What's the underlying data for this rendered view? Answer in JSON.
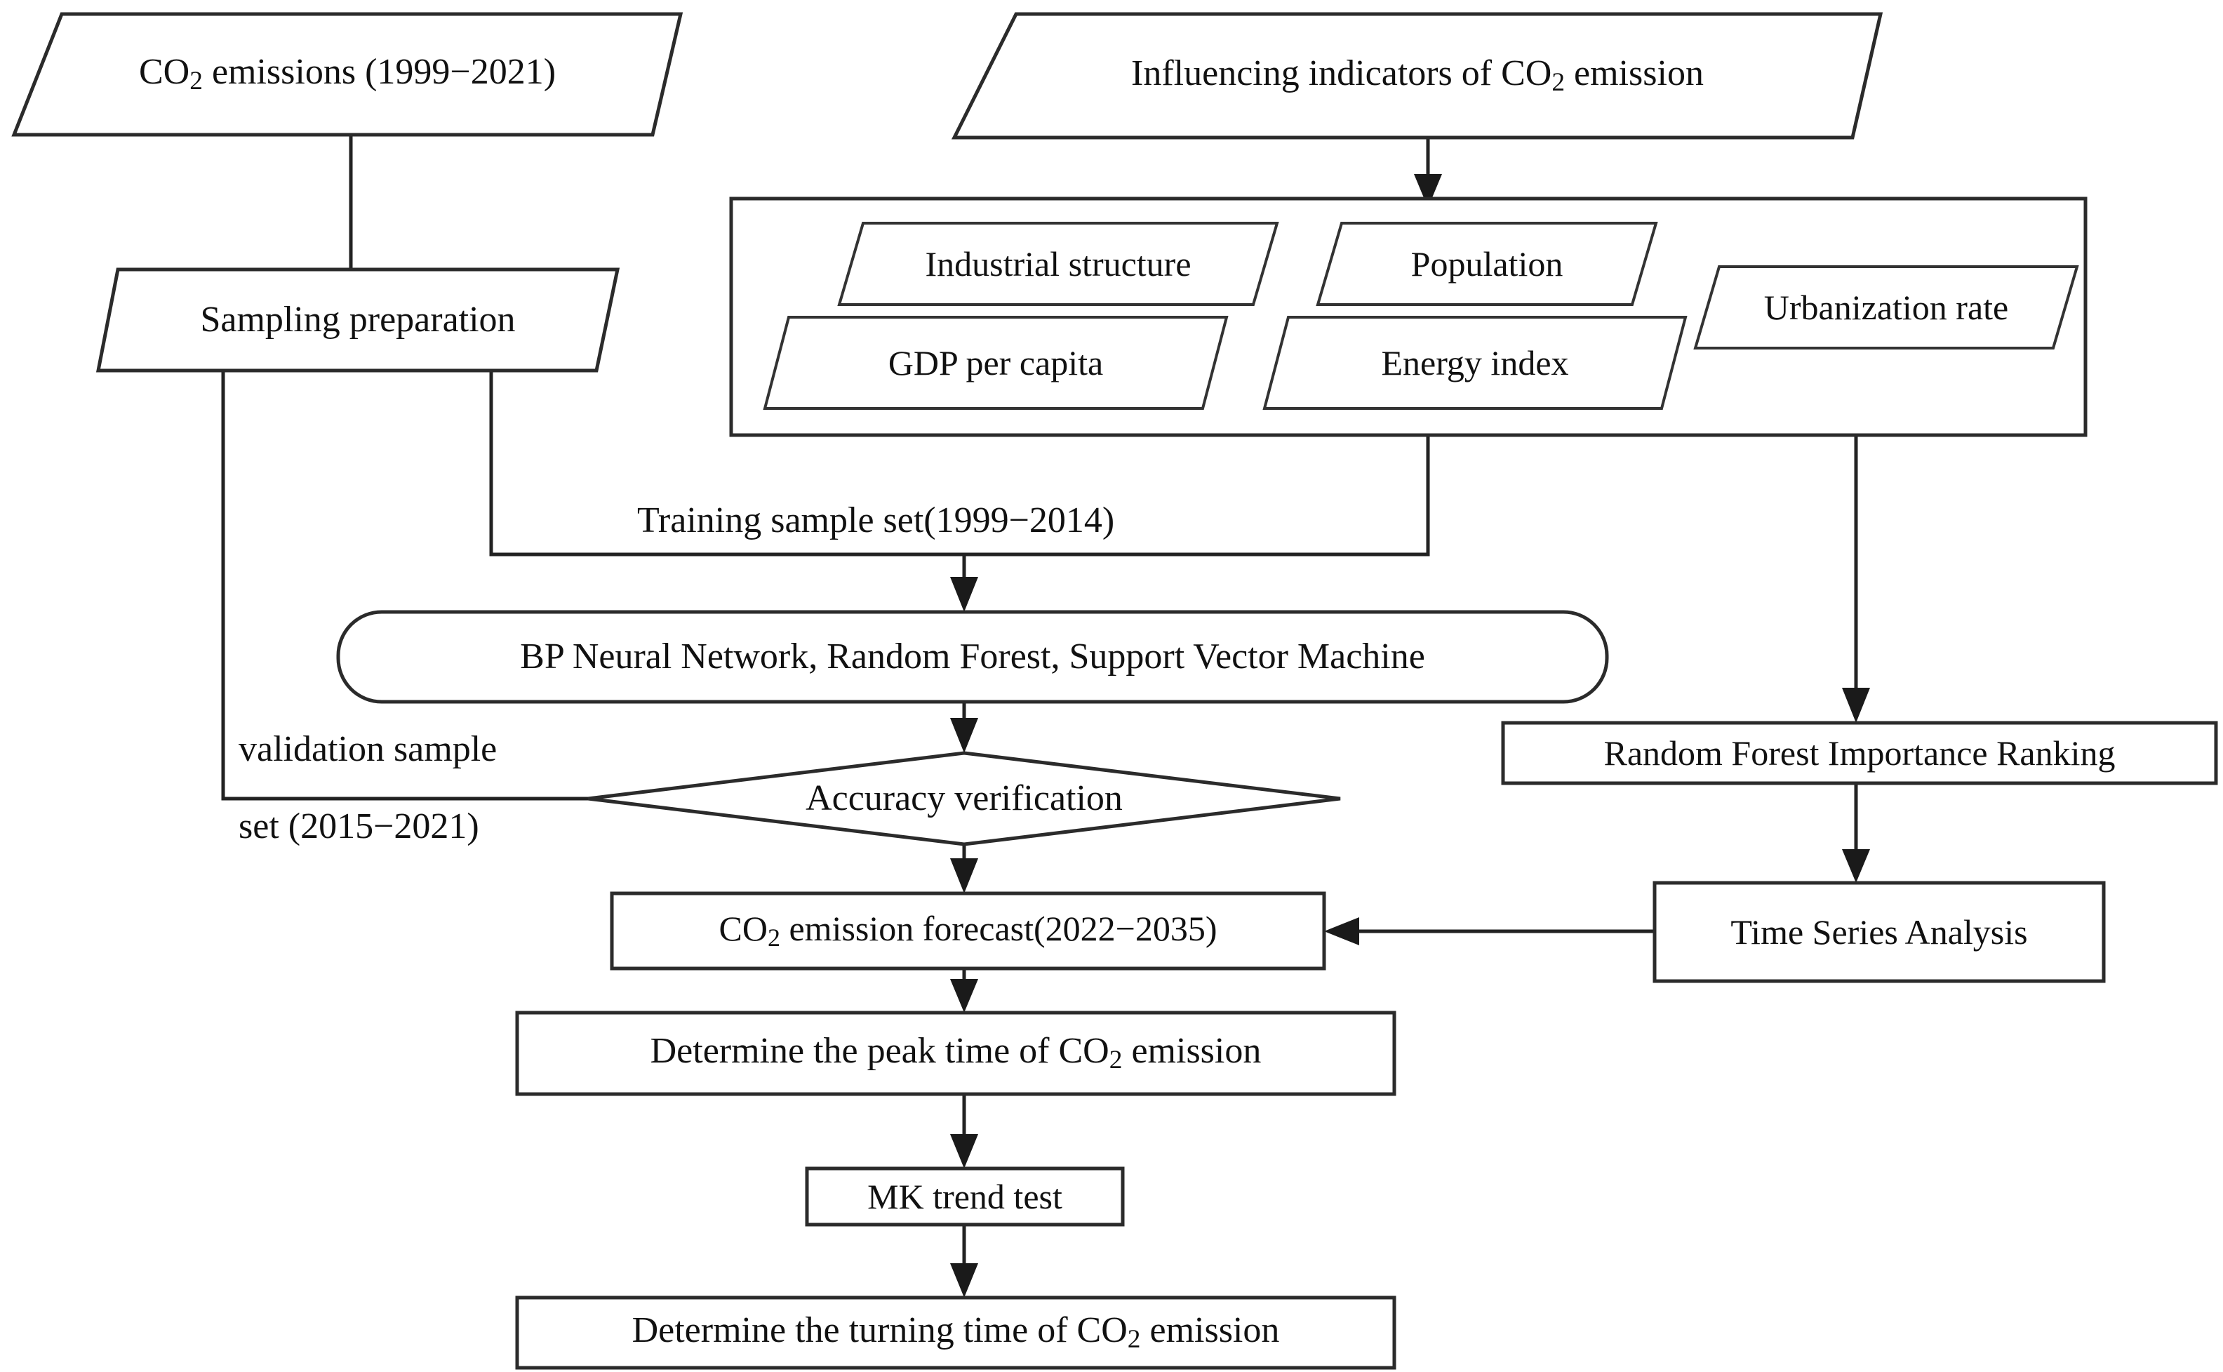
{
  "diagram": {
    "title": "CO2 emission forecasting methodology flowchart",
    "colors": {
      "stroke": "#2b2b2b",
      "background": "#ffffff",
      "text": "#111111"
    },
    "nodes": {
      "co2_emissions": {
        "label_pre": "CO",
        "label_sub": "2",
        "label_post": " emissions (1999−2021)",
        "shape": "parallelogram"
      },
      "influencing_indicators": {
        "label_pre": "Influencing indicators of CO",
        "label_sub": "2",
        "label_post": " emission",
        "shape": "parallelogram"
      },
      "sampling_preparation": {
        "label": "Sampling preparation",
        "shape": "parallelogram"
      },
      "indicator_group": {
        "label": "",
        "shape": "rectangle"
      },
      "industrial_structure": {
        "label": "Industrial structure",
        "shape": "parallelogram"
      },
      "population": {
        "label": "Population",
        "shape": "parallelogram"
      },
      "urbanization_rate": {
        "label": "Urbanization rate",
        "shape": "parallelogram"
      },
      "gdp_per_capita": {
        "label": "GDP per capita",
        "shape": "parallelogram"
      },
      "energy_index": {
        "label": "Energy index",
        "shape": "parallelogram"
      },
      "models": {
        "label": "BP Neural Network, Random Forest, Support Vector Machine",
        "shape": "rounded-rectangle"
      },
      "accuracy_verification": {
        "label": "Accuracy verification",
        "shape": "diamond"
      },
      "rf_importance_ranking": {
        "label": "Random Forest Importance Ranking",
        "shape": "rectangle"
      },
      "time_series_analysis": {
        "label": "Time Series Analysis",
        "shape": "rectangle"
      },
      "co2_forecast": {
        "label_pre": "CO",
        "label_sub": "2",
        "label_post": " emission forecast(2022−2035)",
        "shape": "rectangle"
      },
      "peak_time": {
        "label_pre": "Determine the peak time of CO",
        "label_sub": "2",
        "label_post": " emission",
        "shape": "rectangle"
      },
      "mk_trend_test": {
        "label": "MK trend test",
        "shape": "rectangle"
      },
      "turning_time": {
        "label_pre": "Determine the turning time of CO",
        "label_sub": "2",
        "label_post": " emission",
        "shape": "rectangle"
      }
    },
    "edge_labels": {
      "training_sample_set": "Training sample set(1999−2014)",
      "validation_sample_line1": "validation sample",
      "validation_sample_line2": "set (2015−2021)"
    }
  }
}
